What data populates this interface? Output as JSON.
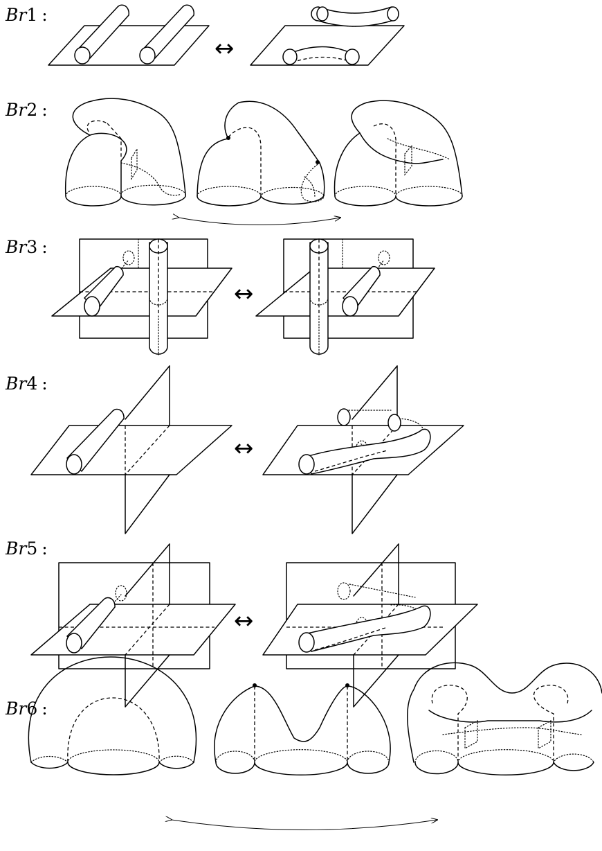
{
  "moves": [
    {
      "id": "Br1",
      "base": "Br",
      "num": "1",
      "colon": ":"
    },
    {
      "id": "Br2",
      "base": "Br",
      "num": "2",
      "colon": ":"
    },
    {
      "id": "Br3",
      "base": "Br",
      "num": "3",
      "colon": ":"
    },
    {
      "id": "Br4",
      "base": "Br",
      "num": "4",
      "colon": ":"
    },
    {
      "id": "Br5",
      "base": "Br",
      "num": "5",
      "colon": ":"
    },
    {
      "id": "Br6",
      "base": "Br",
      "num": "6",
      "colon": ":"
    }
  ],
  "equivalence_symbol": "↔",
  "line_styles": {
    "solid": "visible edge",
    "dashed": "hidden edge",
    "dotted": "hidden contour"
  },
  "colors": {
    "ink": "#000000",
    "background": "#ffffff"
  }
}
